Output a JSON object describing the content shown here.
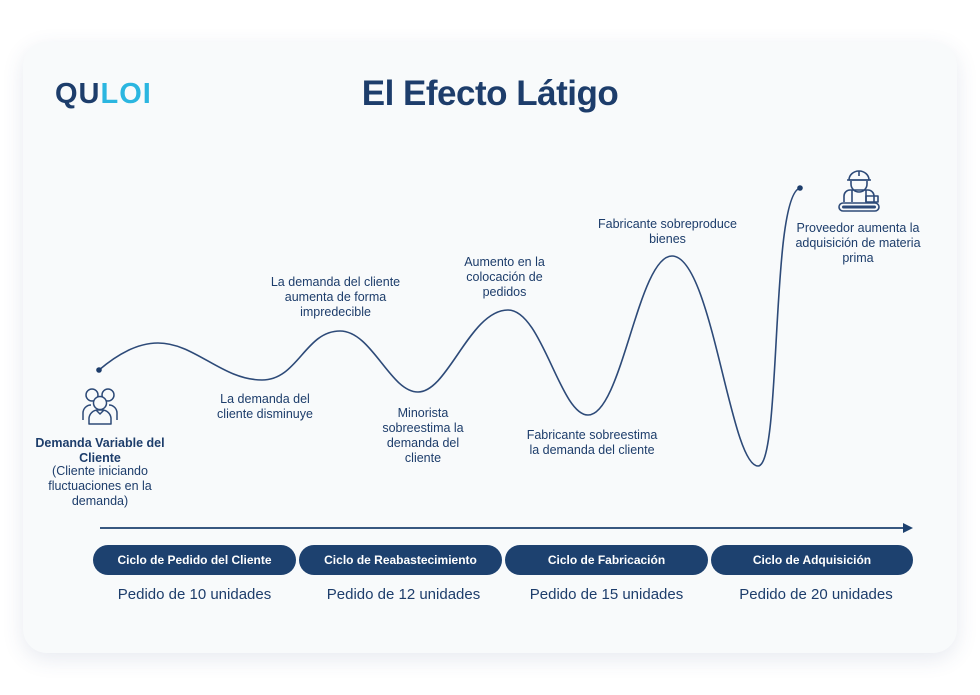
{
  "logo": {
    "part1": "QU",
    "part2": "LOI",
    "primary_color": "#1d3d6b",
    "accent_color": "#2bb6e0"
  },
  "title": "El Efecto Látigo",
  "start": {
    "icon": "customers-group-icon",
    "heading": "Demanda Variable del Cliente",
    "subtext": "(Cliente iniciando fluctuaciones en la demanda)"
  },
  "end": {
    "icon": "supplier-worker-icon",
    "text": "Proveedor aumenta la adquisición de materia prima"
  },
  "wave_labels": [
    {
      "text": "La demanda del cliente disminuye",
      "position": "below"
    },
    {
      "text": "La demanda del cliente aumenta de forma impredecible",
      "position": "above"
    },
    {
      "text": "Minorista sobreestima la demanda del cliente",
      "position": "below"
    },
    {
      "text": "Aumento en la colocación de pedidos",
      "position": "above"
    },
    {
      "text": "Fabricante sobreestima la demanda del cliente",
      "position": "below"
    },
    {
      "text": "Fabricante sobreproduce bienes",
      "position": "above"
    }
  ],
  "cycles": [
    {
      "label": "Ciclo de Pedido del Cliente",
      "order": "Pedido de 10 unidades"
    },
    {
      "label": "Ciclo de Reabastecimiento",
      "order": "Pedido de 12 unidades"
    },
    {
      "label": "Ciclo de Fabricación",
      "order": "Pedido de 15 unidades"
    },
    {
      "label": "Ciclo de Adquisición",
      "order": "Pedido de 20 unidades"
    }
  ],
  "colors": {
    "navy": "#1d416f",
    "text": "#1d3d6b",
    "card_bg": "#f8fafb"
  }
}
